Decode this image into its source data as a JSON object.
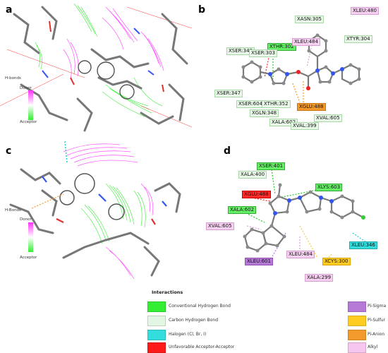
{
  "panels": {
    "a": {
      "label": "a",
      "hbond_legend": {
        "title": "H-bonds",
        "top": "Donor",
        "bottom": "Acceptor"
      }
    },
    "b": {
      "label": "b",
      "residues": [
        {
          "id": "asn305",
          "text": "ASN:305",
          "kind": "carbon"
        },
        {
          "id": "leu480",
          "text": "LEU:480",
          "kind": "alkyl"
        },
        {
          "id": "thr302",
          "text": "THR:302",
          "kind": "conventional"
        },
        {
          "id": "leu484",
          "text": "LEU:484",
          "kind": "alkyl"
        },
        {
          "id": "tyr304",
          "text": "TYR:304",
          "kind": "carbon"
        },
        {
          "id": "ser349",
          "text": "SER:349",
          "kind": "carbon"
        },
        {
          "id": "ser303",
          "text": "SER:303",
          "kind": "carbon"
        },
        {
          "id": "ser347",
          "text": "SER:347",
          "kind": "carbon"
        },
        {
          "id": "ser604",
          "text": "SER:604",
          "kind": "carbon"
        },
        {
          "id": "thr352",
          "text": "THR:352",
          "kind": "carbon"
        },
        {
          "id": "glu488",
          "text": "GLU:488",
          "kind": "anion"
        },
        {
          "id": "gln348",
          "text": "GLN:348",
          "kind": "carbon"
        },
        {
          "id": "val605",
          "text": "VAL:605",
          "kind": "carbon"
        },
        {
          "id": "ala602",
          "text": "ALA:602",
          "kind": "carbon"
        },
        {
          "id": "val399",
          "text": "VAL:399",
          "kind": "carbon"
        }
      ]
    },
    "c": {
      "label": "c",
      "hbond_legend": {
        "title": "H-Bonds",
        "top": "Donor",
        "bottom": "Acceptor"
      }
    },
    "d": {
      "label": "d",
      "residues": [
        {
          "id": "ser401",
          "text": "SER:401",
          "kind": "conventional"
        },
        {
          "id": "ala400",
          "text": "ALA:400",
          "kind": "carbon"
        },
        {
          "id": "glu488",
          "text": "GLU:488",
          "kind": "unfavorable"
        },
        {
          "id": "lys603",
          "text": "LYS:603",
          "kind": "conventional"
        },
        {
          "id": "ala602",
          "text": "ALA:602",
          "kind": "conventional"
        },
        {
          "id": "val605",
          "text": "VAL:605",
          "kind": "alkyl"
        },
        {
          "id": "leu346",
          "text": "LEU:346",
          "kind": "halogen"
        },
        {
          "id": "leu484",
          "text": "LEU:484",
          "kind": "alkyl"
        },
        {
          "id": "leu601",
          "text": "LEU:601",
          "kind": "sigma"
        },
        {
          "id": "cys300",
          "text": "CYS:300",
          "kind": "sulfur"
        },
        {
          "id": "ala299",
          "text": "ALA:299",
          "kind": "alkyl"
        }
      ]
    }
  },
  "legend": {
    "title": "Interactions",
    "items": [
      {
        "label": "Conventional Hydrogen Bond",
        "color": "#33ee33"
      },
      {
        "label": "Carbon Hydrogen Bond",
        "color": "#e3f6e3"
      },
      {
        "label": "Halogen (Cl, Br, I)",
        "color": "#33dddd"
      },
      {
        "label": "Unfavorable Acceptor-Acceptor",
        "color": "#ff1a1a"
      },
      {
        "label": "Pi-Sigma",
        "color": "#b57ad6"
      },
      {
        "label": "Pi-Sulfur",
        "color": "#ffcc22"
      },
      {
        "label": "Pi-Anion",
        "color": "#f39a2c"
      },
      {
        "label": "Alkyl",
        "color": "#f6c6ee"
      }
    ]
  }
}
